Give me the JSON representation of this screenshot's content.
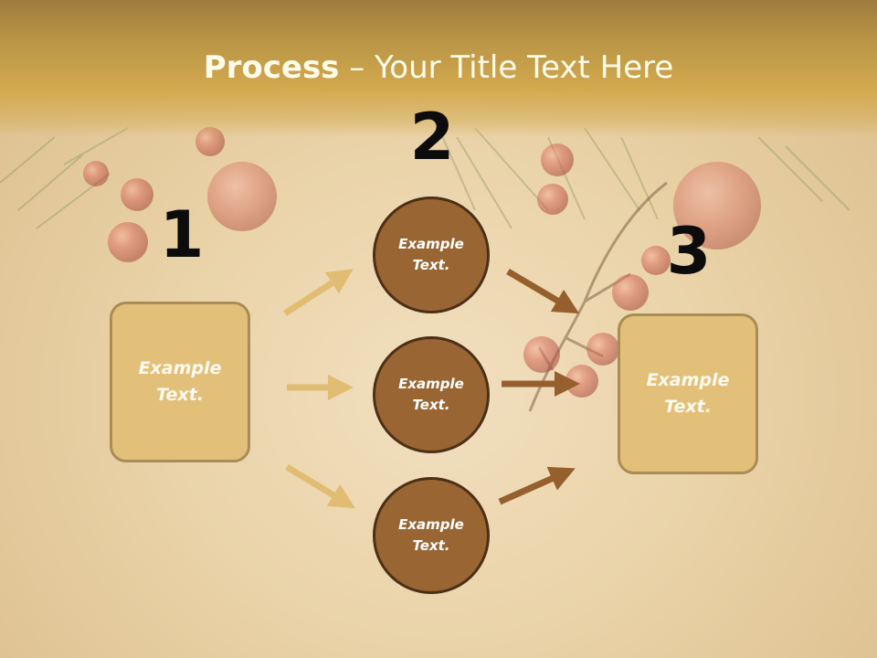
{
  "slide": {
    "title_bold": "Process",
    "title_rest": " – Your Title Text Here"
  },
  "steps": {
    "one": {
      "number": "1",
      "box_text": "Example\nText."
    },
    "two": {
      "number": "2",
      "circles": [
        "Example\nText.",
        "Example\nText.",
        "Example\nText."
      ]
    },
    "three": {
      "number": "3",
      "box_text": "Example\nText."
    }
  },
  "colors": {
    "title_band": "#d3a94f",
    "box_fill": "#e2c07a",
    "box_border": "#a98c56",
    "circle_fill": "#996633",
    "circle_border": "#4c2f16",
    "arrow_light": "#e0bd72",
    "arrow_dark": "#96602e"
  }
}
